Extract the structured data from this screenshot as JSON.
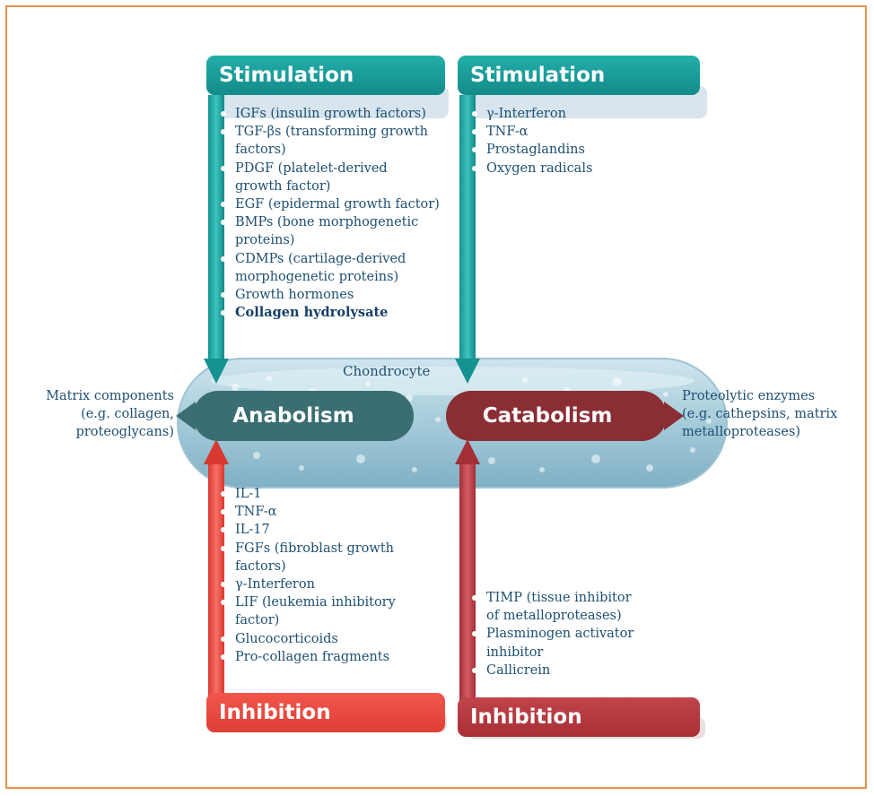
{
  "stimulation_left": {
    "header": "Stimulation",
    "items": [
      "IGFs (insulin growth factors)",
      "TGF-βs (transforming growth",
      "factors)",
      "PDGF (platelet-derived",
      "growth factor)",
      "EGF (epidermal growth factor)",
      "BMPs (bone morphogenetic",
      "proteins)",
      "CDMPs (cartilage-derived",
      "morphogenetic proteins)",
      "Growth hormones",
      "Collagen hydrolysate"
    ]
  },
  "stimulation_right": {
    "header": "Stimulation",
    "items": [
      "γ-Interferon",
      "TNF-α",
      "Prostaglandins",
      "Oxygen radicals"
    ]
  },
  "cell": {
    "label": "Chondrocyte",
    "anabolism": "Anabolism",
    "catabolism": "Catabolism"
  },
  "outputs": {
    "left": [
      "Matrix components",
      "(e.g. collagen,",
      "proteoglycans)"
    ],
    "right": [
      "Proteolytic enzymes",
      "(e.g. cathepsins, matrix",
      "metalloproteases)"
    ]
  },
  "inhibition_left": {
    "header": "Inhibition",
    "items": [
      "IL-1",
      "TNF-α",
      "IL-17",
      "FGFs (fibroblast growth",
      "factors)",
      "γ-Interferon",
      "LIF (leukemia inhibitory",
      "factor)",
      "Glucocorticoids",
      "Pro-collagen fragments"
    ]
  },
  "inhibition_right": {
    "header": "Inhibition",
    "items": [
      "TIMP (tissue inhibitor",
      "of metalloproteases)",
      "Plasminogen activator",
      "inhibitor",
      "Callicrein"
    ]
  },
  "colors": {
    "frame": "#e8924a",
    "stimulation": "#1a9c99",
    "inhibition_left": "#ea4a40",
    "inhibition_right": "#b23a41",
    "anabolism": "#3a6e72",
    "catabolism": "#8a2e34",
    "text": "#1e4f72"
  }
}
